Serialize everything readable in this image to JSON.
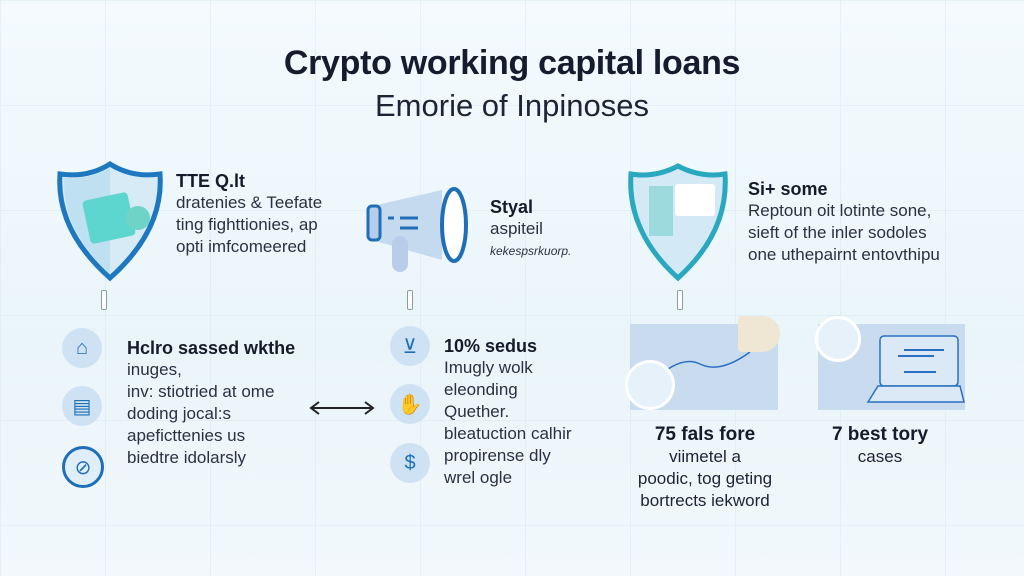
{
  "title": "Crypto working capital loans",
  "subtitle": "Emorie of Inpinoses",
  "top": [
    {
      "heading": "TTE Q.lt",
      "lines": [
        "dratenies & Teefate",
        "ting fighttionies, ap",
        "opti imfcomeered"
      ],
      "icon": "shield-icon"
    },
    {
      "heading": "Styal",
      "lines": [
        "aspiteil",
        "kekespsrkuorp."
      ],
      "icon": "megaphone-icon"
    },
    {
      "heading": "Si+ some",
      "lines": [
        "Reptoun oit lotinte sone,",
        "sieft of the inler sodoles",
        "one uthepairnt entovthipu"
      ],
      "icon": "shield-icon"
    }
  ],
  "left_list": {
    "heading": "Hclro sassed wkthe",
    "lines": [
      "inuges,",
      "inv: stiotried at ome",
      "doding jocal:s",
      "apeficttenies us",
      "biedtre idolarsly"
    ],
    "icons": [
      "building-icon",
      "document-icon",
      "no-entry-icon"
    ]
  },
  "arrow": "double-arrow-icon",
  "mid_list": {
    "heading": "10% sedus",
    "lines": [
      "Imugly wolk",
      "eleonding",
      "Quether.",
      "bleatuction calhir",
      "propirense dly",
      "wrel ogle"
    ],
    "icons": [
      "cup-icon",
      "handshake-icon",
      "dollar-icon"
    ]
  },
  "cards": [
    {
      "heading": "75 fals fore",
      "lines": [
        "viimetel a",
        "poodic, tog geting",
        "bortrects iekword"
      ],
      "icon": "map-icon"
    },
    {
      "heading": "7 best tory",
      "lines": [
        "cases"
      ],
      "icon": "laptop-icon"
    }
  ],
  "colors": {
    "accent": "#1e6fb8",
    "teal": "#2aa8c0",
    "panel": "#c9dbef"
  }
}
